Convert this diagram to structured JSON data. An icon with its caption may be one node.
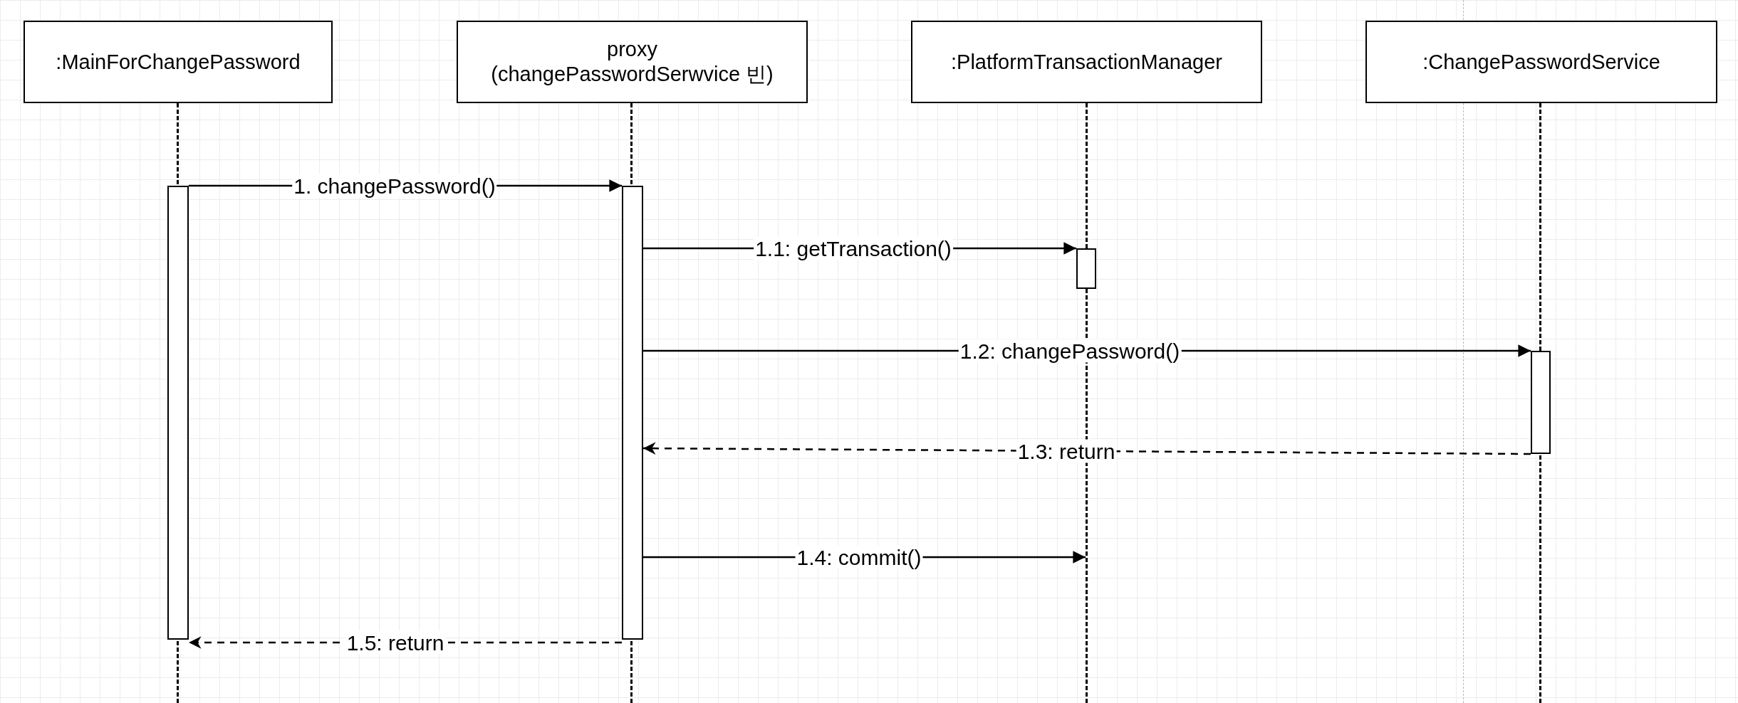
{
  "diagram": {
    "nodes": [
      {
        "text": [
          ":MainForChangePassword"
        ]
      },
      {
        "text": [
          "proxy (changePasswordSerwvice 빈)"
        ]
      },
      {
        "text": [
          ":PlatformTransactionManager"
        ]
      },
      {
        "text": [
          ":ChangePasswordService"
        ]
      },
      {
        "text": [],
        "shape": "line"
      },
      {
        "text": [],
        "shape": "line"
      },
      {
        "text": [],
        "shape": "line"
      },
      {
        "text": [],
        "shape": "line"
      },
      {
        "text": [],
        "shape": "bar"
      },
      {
        "text": [],
        "shape": "bar"
      },
      {
        "text": [],
        "shape": "bar"
      },
      {
        "text": [],
        "shape": "bar"
      }
    ],
    "edges": [
      {
        "from": 8,
        "to": 9,
        "arrow": "to",
        "label": "1. changePassword()"
      },
      {
        "from": 9,
        "to": 10,
        "arrow": "to",
        "label": "1.1: getTransaction()"
      },
      {
        "from": 9,
        "to": 11,
        "arrow": "to",
        "label": "1.2: changePassword()"
      },
      {
        "from": 11,
        "to": 9,
        "arrow": "to",
        "label": "1.3: return",
        "style": "dashed"
      },
      {
        "from": 9,
        "to": 6,
        "arrow": "to",
        "label": "1.4: commit()"
      },
      {
        "from": 9,
        "to": 8,
        "arrow": "to",
        "label": "1.5: return",
        "style": "dashed"
      }
    ]
  }
}
